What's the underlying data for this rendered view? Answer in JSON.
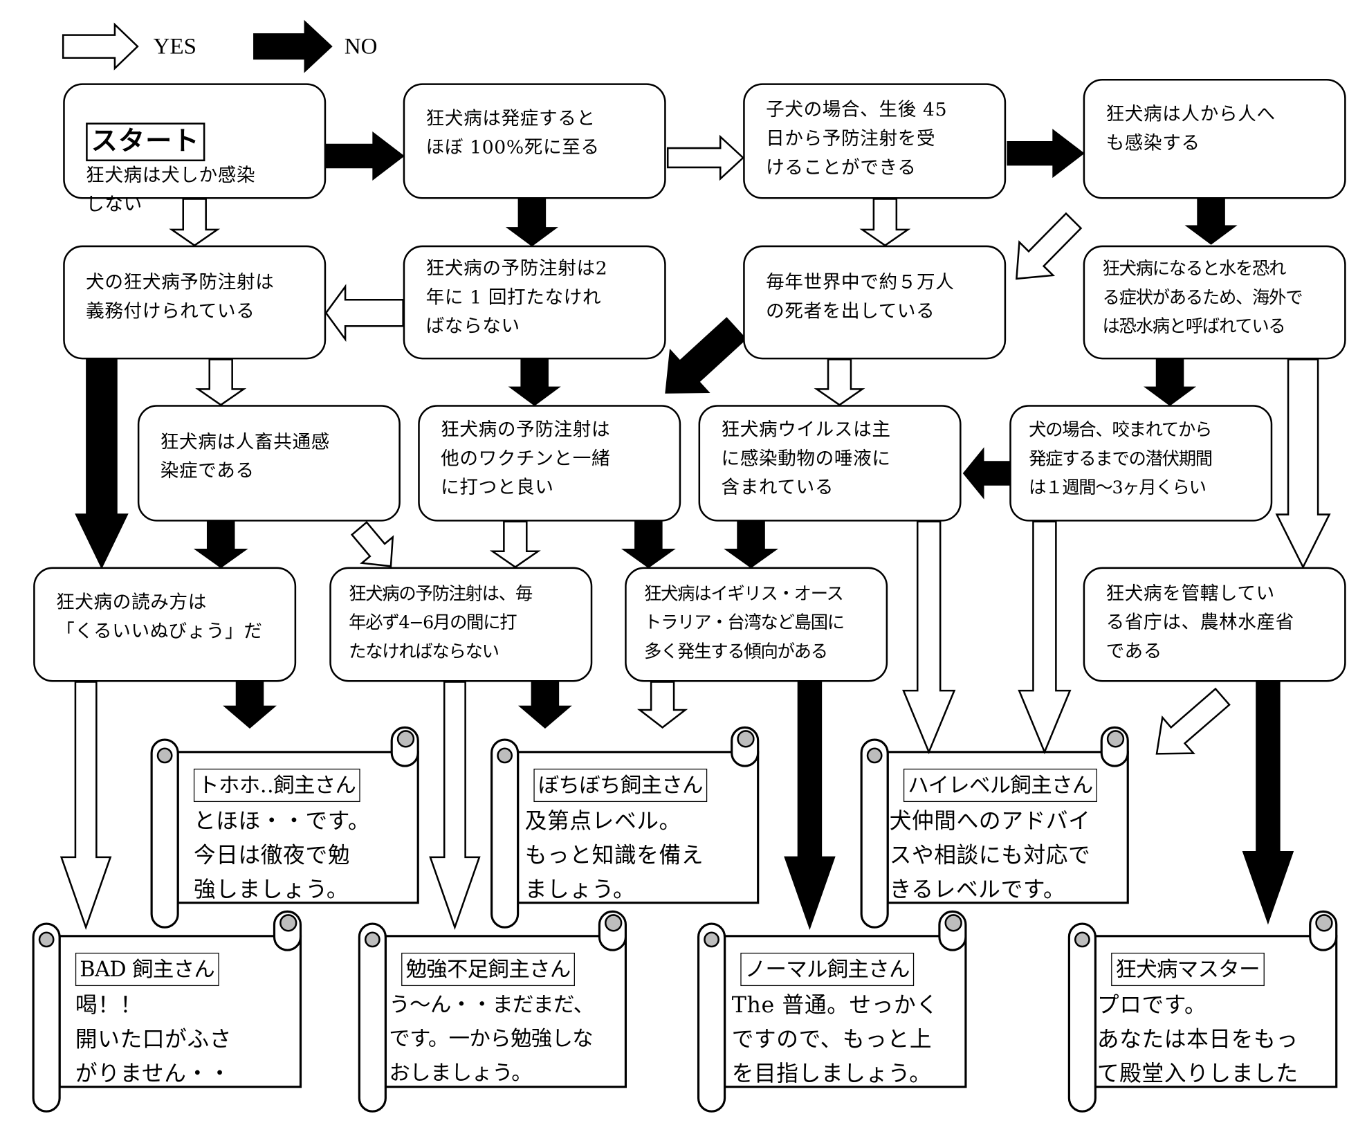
{
  "legend": {
    "yes_label": "YES",
    "no_label": "NO",
    "yes_arrow_color": "#ffffff",
    "no_arrow_color": "#000000"
  },
  "questions": {
    "start": {
      "title": "スタート",
      "text": "狂犬病は犬しか感染\nしない"
    },
    "q2": "狂犬病は発症すると\nほぼ 100%死に至る",
    "q3": "子犬の場合、生後 45\n日から予防注射を受\nけることができる",
    "q4": "狂犬病は人から人へ\nも感染する",
    "q5": "犬の狂犬病予防注射は\n義務付けられている",
    "q6": "狂犬病の予防注射は2\n年に 1 回打たなけれ\nばならない",
    "q7": "毎年世界中で約５万人\nの死者を出している",
    "q8": "狂犬病になると水を恐れ\nる症状があるため、海外で\nは恐水病と呼ばれている",
    "q9": "狂犬病は人畜共通感\n染症である",
    "q10": "狂犬病の予防注射は\n他のワクチンと一緒\nに打つと良い",
    "q11": "狂犬病ウイルスは主\nに感染動物の唾液に\n含まれている",
    "q12": "犬の場合、咬まれてから\n発症するまでの潜伏期間\nは１週間〜3ヶ月くらい",
    "q13": "狂犬病の読み方は\n「くるいいぬびょう」だ",
    "q14": "狂犬病の予防注射は、毎\n年必ず4−6月の間に打\nたなければならない",
    "q15": "狂犬病はイギリス・オース\nトラリア・台湾など島国に\n多く発生する傾向がある",
    "q16": "狂犬病を管轄してい\nる省庁は、農林水産省\nである"
  },
  "results": {
    "tohoho": {
      "title": "トホホ‥飼主さん",
      "text": "とほほ・・です。\n今日は徹夜で勉\n強しましょう。"
    },
    "bochibochi": {
      "title": "ぼちぼち飼主さん",
      "text": "及第点レベル。\nもっと知識を備え\nましょう。"
    },
    "highlevel": {
      "title": "ハイレベル飼主さん",
      "text": "犬仲間へのアドバイ\nスや相談にも対応で\nきるレベルです。"
    },
    "bad": {
      "title": "BAD 飼主さん",
      "text": "喝！！\n開いた口がふさ\nがりません・・"
    },
    "benkyobusoku": {
      "title": "勉強不足飼主さん",
      "text": "う〜ん・・まだまだ、\nです。一から勉強しな\nおしましょう。"
    },
    "normal": {
      "title": "ノーマル飼主さん",
      "text": "The 普通。せっかく\nですので、もっと上\nを目指しましょう。"
    },
    "master": {
      "title": "狂犬病マスター",
      "text": "プロです。\nあなたは本日をもっ\nて殿堂入りしました"
    }
  }
}
